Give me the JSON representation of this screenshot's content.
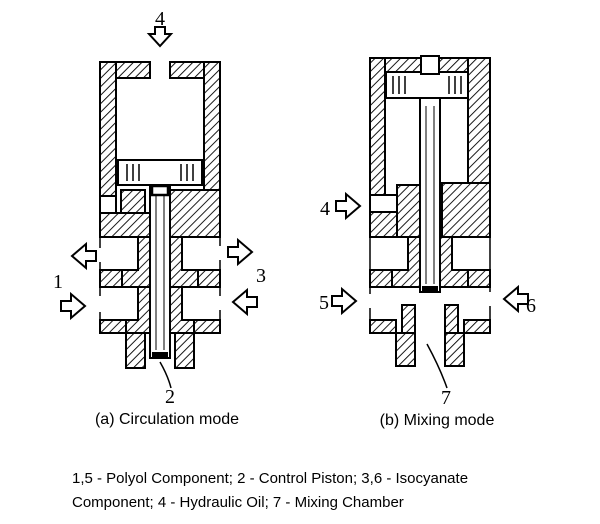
{
  "colors": {
    "ink": "#000000",
    "paper": "#ffffff"
  },
  "diagram_a": {
    "caption": "(a) Circulation mode",
    "labels": {
      "hydraulic_oil": "4",
      "polyol_in_out": "1",
      "control_piston": "2",
      "isocyanate_in_out": "3"
    }
  },
  "diagram_b": {
    "caption": "(b) Mixing mode",
    "labels": {
      "hydraulic_oil": "4",
      "polyol_in": "5",
      "isocyanate_in": "6",
      "mixing_chamber": "7"
    }
  },
  "legend": {
    "line1": "1,5 - Polyol Component; 2 - Control Piston; 3,6 - Isocyanate",
    "line2": "Component; 4 - Hydraulic Oil; 7 - Mixing Chamber"
  }
}
